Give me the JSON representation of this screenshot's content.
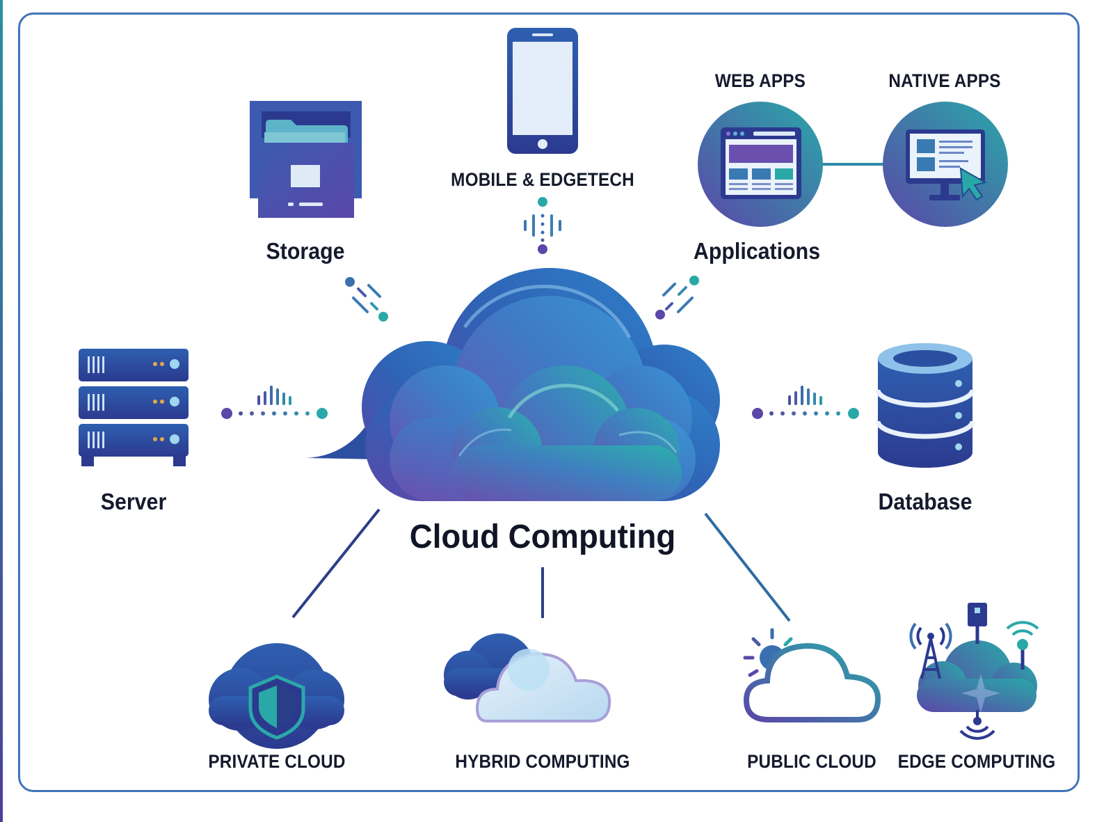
{
  "diagram": {
    "title": "Cloud Computing",
    "nodes": {
      "storage": "Storage",
      "mobile": "MOBILE & EDGETECH",
      "web_apps": "WEB APPS",
      "native_apps": "NATIVE APPS",
      "applications": "Applications",
      "server": "Server",
      "database": "Database",
      "private_cloud": "PRIVATE CLOUD",
      "hybrid_computing": "HYBRID COMPUTING",
      "public_cloud": "PUBLIC CLOUD",
      "edge_computing": "EDGE COMPUTING"
    }
  },
  "colors": {
    "navy": "#2b3a8f",
    "purple": "#5a47a8",
    "blue": "#3a6fc0",
    "teal": "#2aa8a8",
    "ink": "#151a2c"
  },
  "icons": [
    "folder-cabinet-icon",
    "smartphone-icon",
    "browser-window-icon",
    "monitor-cursor-icon",
    "server-rack-icon",
    "database-icon",
    "cloud-icon",
    "shield-cloud-icon",
    "sun-cloud-icon",
    "edge-tower-cloud-icon"
  ]
}
